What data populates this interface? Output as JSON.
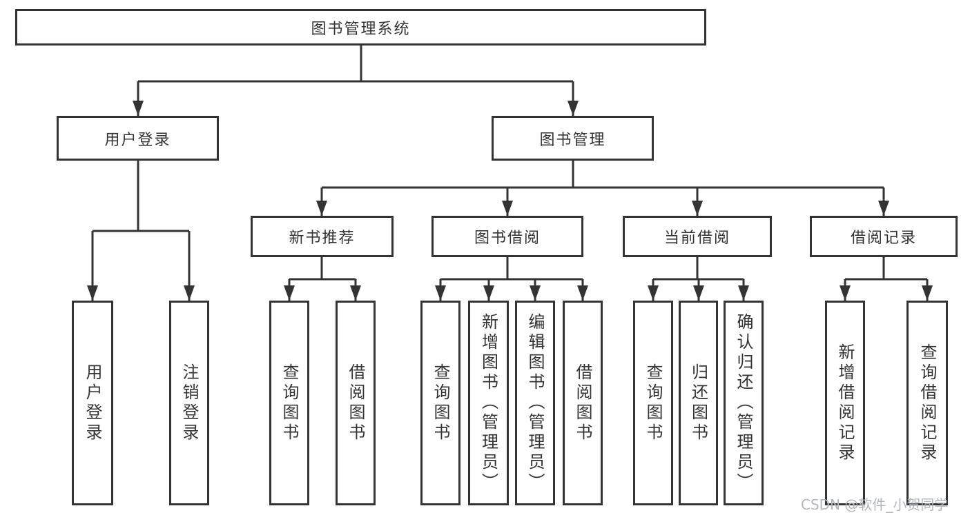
{
  "diagram_title": "图书管理系统",
  "tree": {
    "label": "图书管理系统",
    "children": [
      {
        "label": "用户登录",
        "children": [
          {
            "label": "用户登录"
          },
          {
            "label": "注销登录"
          }
        ]
      },
      {
        "label": "图书管理",
        "children": [
          {
            "label": "新书推荐",
            "children": [
              {
                "label": "查询图书"
              },
              {
                "label": "借阅图书"
              }
            ]
          },
          {
            "label": "图书借阅",
            "children": [
              {
                "label": "查询图书"
              },
              {
                "label": "新增图书（管理员）"
              },
              {
                "label": "编辑图书（管理员）"
              },
              {
                "label": "借阅图书"
              }
            ]
          },
          {
            "label": "当前借阅",
            "children": [
              {
                "label": "查询图书"
              },
              {
                "label": "归还图书"
              },
              {
                "label": "确认归还（管理员）"
              }
            ]
          },
          {
            "label": "借阅记录",
            "children": [
              {
                "label": "新增借阅记录"
              },
              {
                "label": "查询借阅记录"
              }
            ]
          }
        ]
      }
    ]
  },
  "watermark": {
    "text": "CSDN @软件_小贺同学",
    "color": "#b2b6c0"
  },
  "colors": {
    "line": "#333333",
    "box_border": "#333333",
    "text": "#333333",
    "background": "#ffffff"
  }
}
